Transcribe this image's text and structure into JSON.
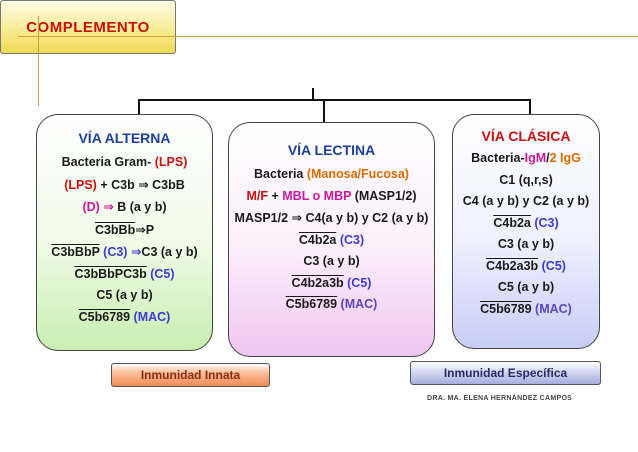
{
  "title": "COMPLEMENTO",
  "alterna": {
    "header": "VÍA ALTERNA",
    "l1a": "Bacteria Gram- ",
    "l1b": "(LPS)",
    "l2a": "(LPS)",
    "l2b": " + C3b ",
    "l2c": " C3bB",
    "l3a": "(D) ",
    "l3b": " B (a y b)",
    "l4a": "C3bBb",
    "l4b": "P",
    "l5a": "C3bBbP",
    "l5b": " (C3) ",
    "l5c": "C3 (a y b)",
    "l6a": "C3bBbPC3b",
    "l6b": " (C5)",
    "l7": "C5 (a y b)",
    "l8a": "C5b6789",
    "l8b": " (MAC)"
  },
  "lectina": {
    "header": "VÍA LECTINA",
    "l1a": "Bacteria ",
    "l1b": "(Manosa/Fucosa)",
    "l2a": "M/F",
    "l2b": " + ",
    "l2c": "MBL o MBP",
    "l2d": " (MASP1/2)",
    "l3a": "MASP1/2 ",
    "l3b": " C4(a y b) y C2 (a y b)",
    "l4a": "C4b2a",
    "l4b": " (C3)",
    "l5": "C3 (a y b)",
    "l6a": "C4b2a3b",
    "l6b": " (C5)",
    "l7a": "C5b6789",
    "l7b": " (MAC)"
  },
  "clasica": {
    "header": "VÍA CLÁSICA",
    "l1a": "Bacteria-",
    "l1b": "IgM",
    "l1c": "/",
    "l1d": "2 IgG",
    "l2": "C1 (q,r,s)",
    "l3": "C4 (a y b) y C2 (a y b)",
    "l4a": "C4b2a",
    "l4b": " (C3)",
    "l5": "C3 (a y b)",
    "l6a": "C4b2a3b",
    "l6b": " (C5)",
    "l7": "C5 (a y b)",
    "l8a": "C5b6789",
    "l8b": " (MAC)"
  },
  "tags": {
    "innata": "Inmunidad Innata",
    "especifica": "Inmunidad Específica"
  },
  "credit": "DRA. MA. ELENA HERNÁNDEZ CAMPOS",
  "icons": {
    "arrow": "⇒"
  },
  "colors": {
    "title": "#c81010",
    "header": "#1e3f96",
    "red": "#c81010",
    "magenta": "#c8189a",
    "blue": "#3b3bd0",
    "orange": "#d86a00"
  }
}
